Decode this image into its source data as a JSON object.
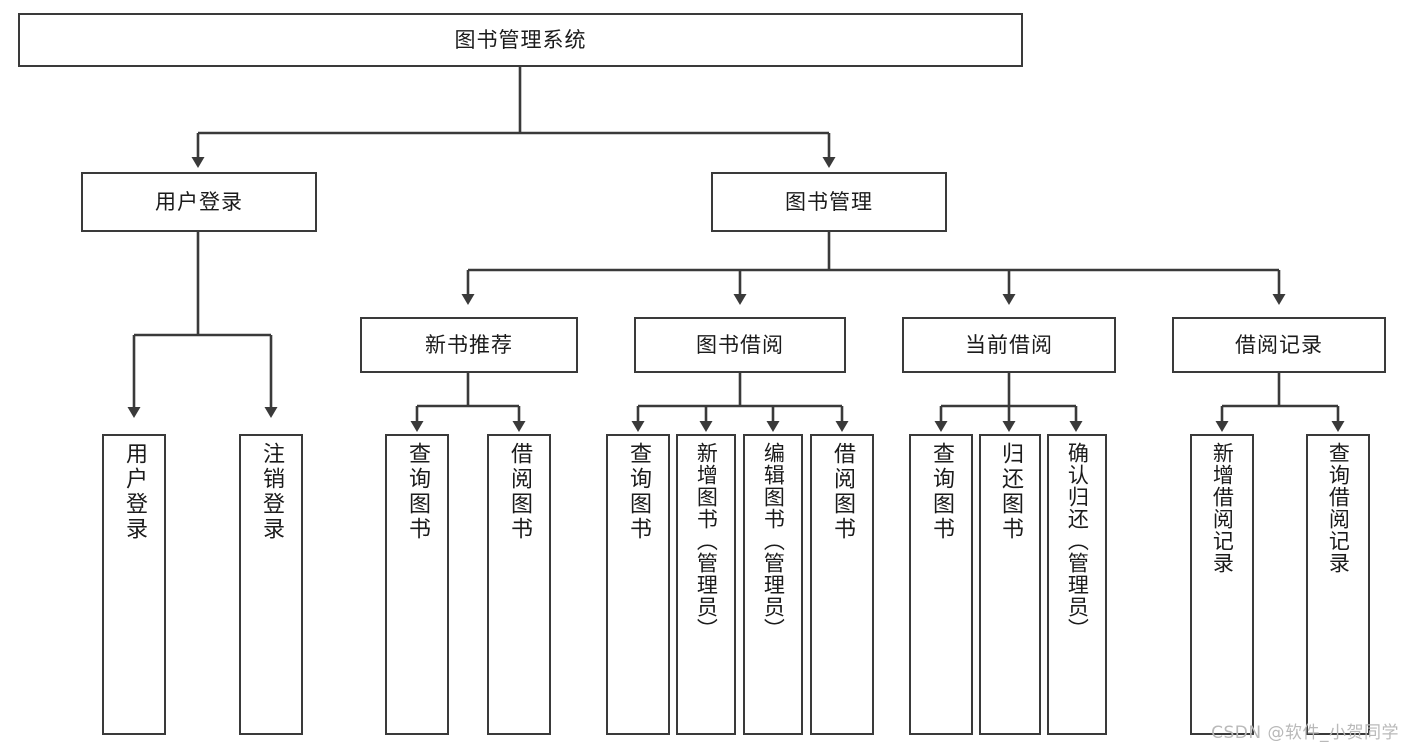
{
  "diagram": {
    "type": "tree",
    "title": "图书管理系统",
    "colors": {
      "stroke": "#3a3a3a",
      "fill": "#ffffff",
      "text": "#1b1b1b",
      "watermark": "#b9b9b9"
    },
    "root": {
      "label": "图书管理系统"
    },
    "level2": [
      {
        "label": "用户登录"
      },
      {
        "label": "图书管理"
      }
    ],
    "level3": [
      {
        "label": "新书推荐"
      },
      {
        "label": "图书借阅"
      },
      {
        "label": "当前借阅"
      },
      {
        "label": "借阅记录"
      }
    ],
    "leaves": {
      "user_login": [
        {
          "label": "用户登录"
        },
        {
          "label": "注销登录"
        }
      ],
      "new_book": [
        {
          "label": "查询图书"
        },
        {
          "label": "借阅图书"
        }
      ],
      "borrow_book": [
        {
          "label": "查询图书"
        },
        {
          "label": "新增图书（管理员）"
        },
        {
          "label": "编辑图书（管理员）"
        },
        {
          "label": "借阅图书"
        }
      ],
      "current_borrow": [
        {
          "label": "查询图书"
        },
        {
          "label": "归还图书"
        },
        {
          "label": "确认归还（管理员）"
        }
      ],
      "borrow_record": [
        {
          "label": "新增借阅记录"
        },
        {
          "label": "查询借阅记录"
        }
      ]
    }
  },
  "watermark": {
    "text": "CSDN @软件_小贺同学"
  }
}
